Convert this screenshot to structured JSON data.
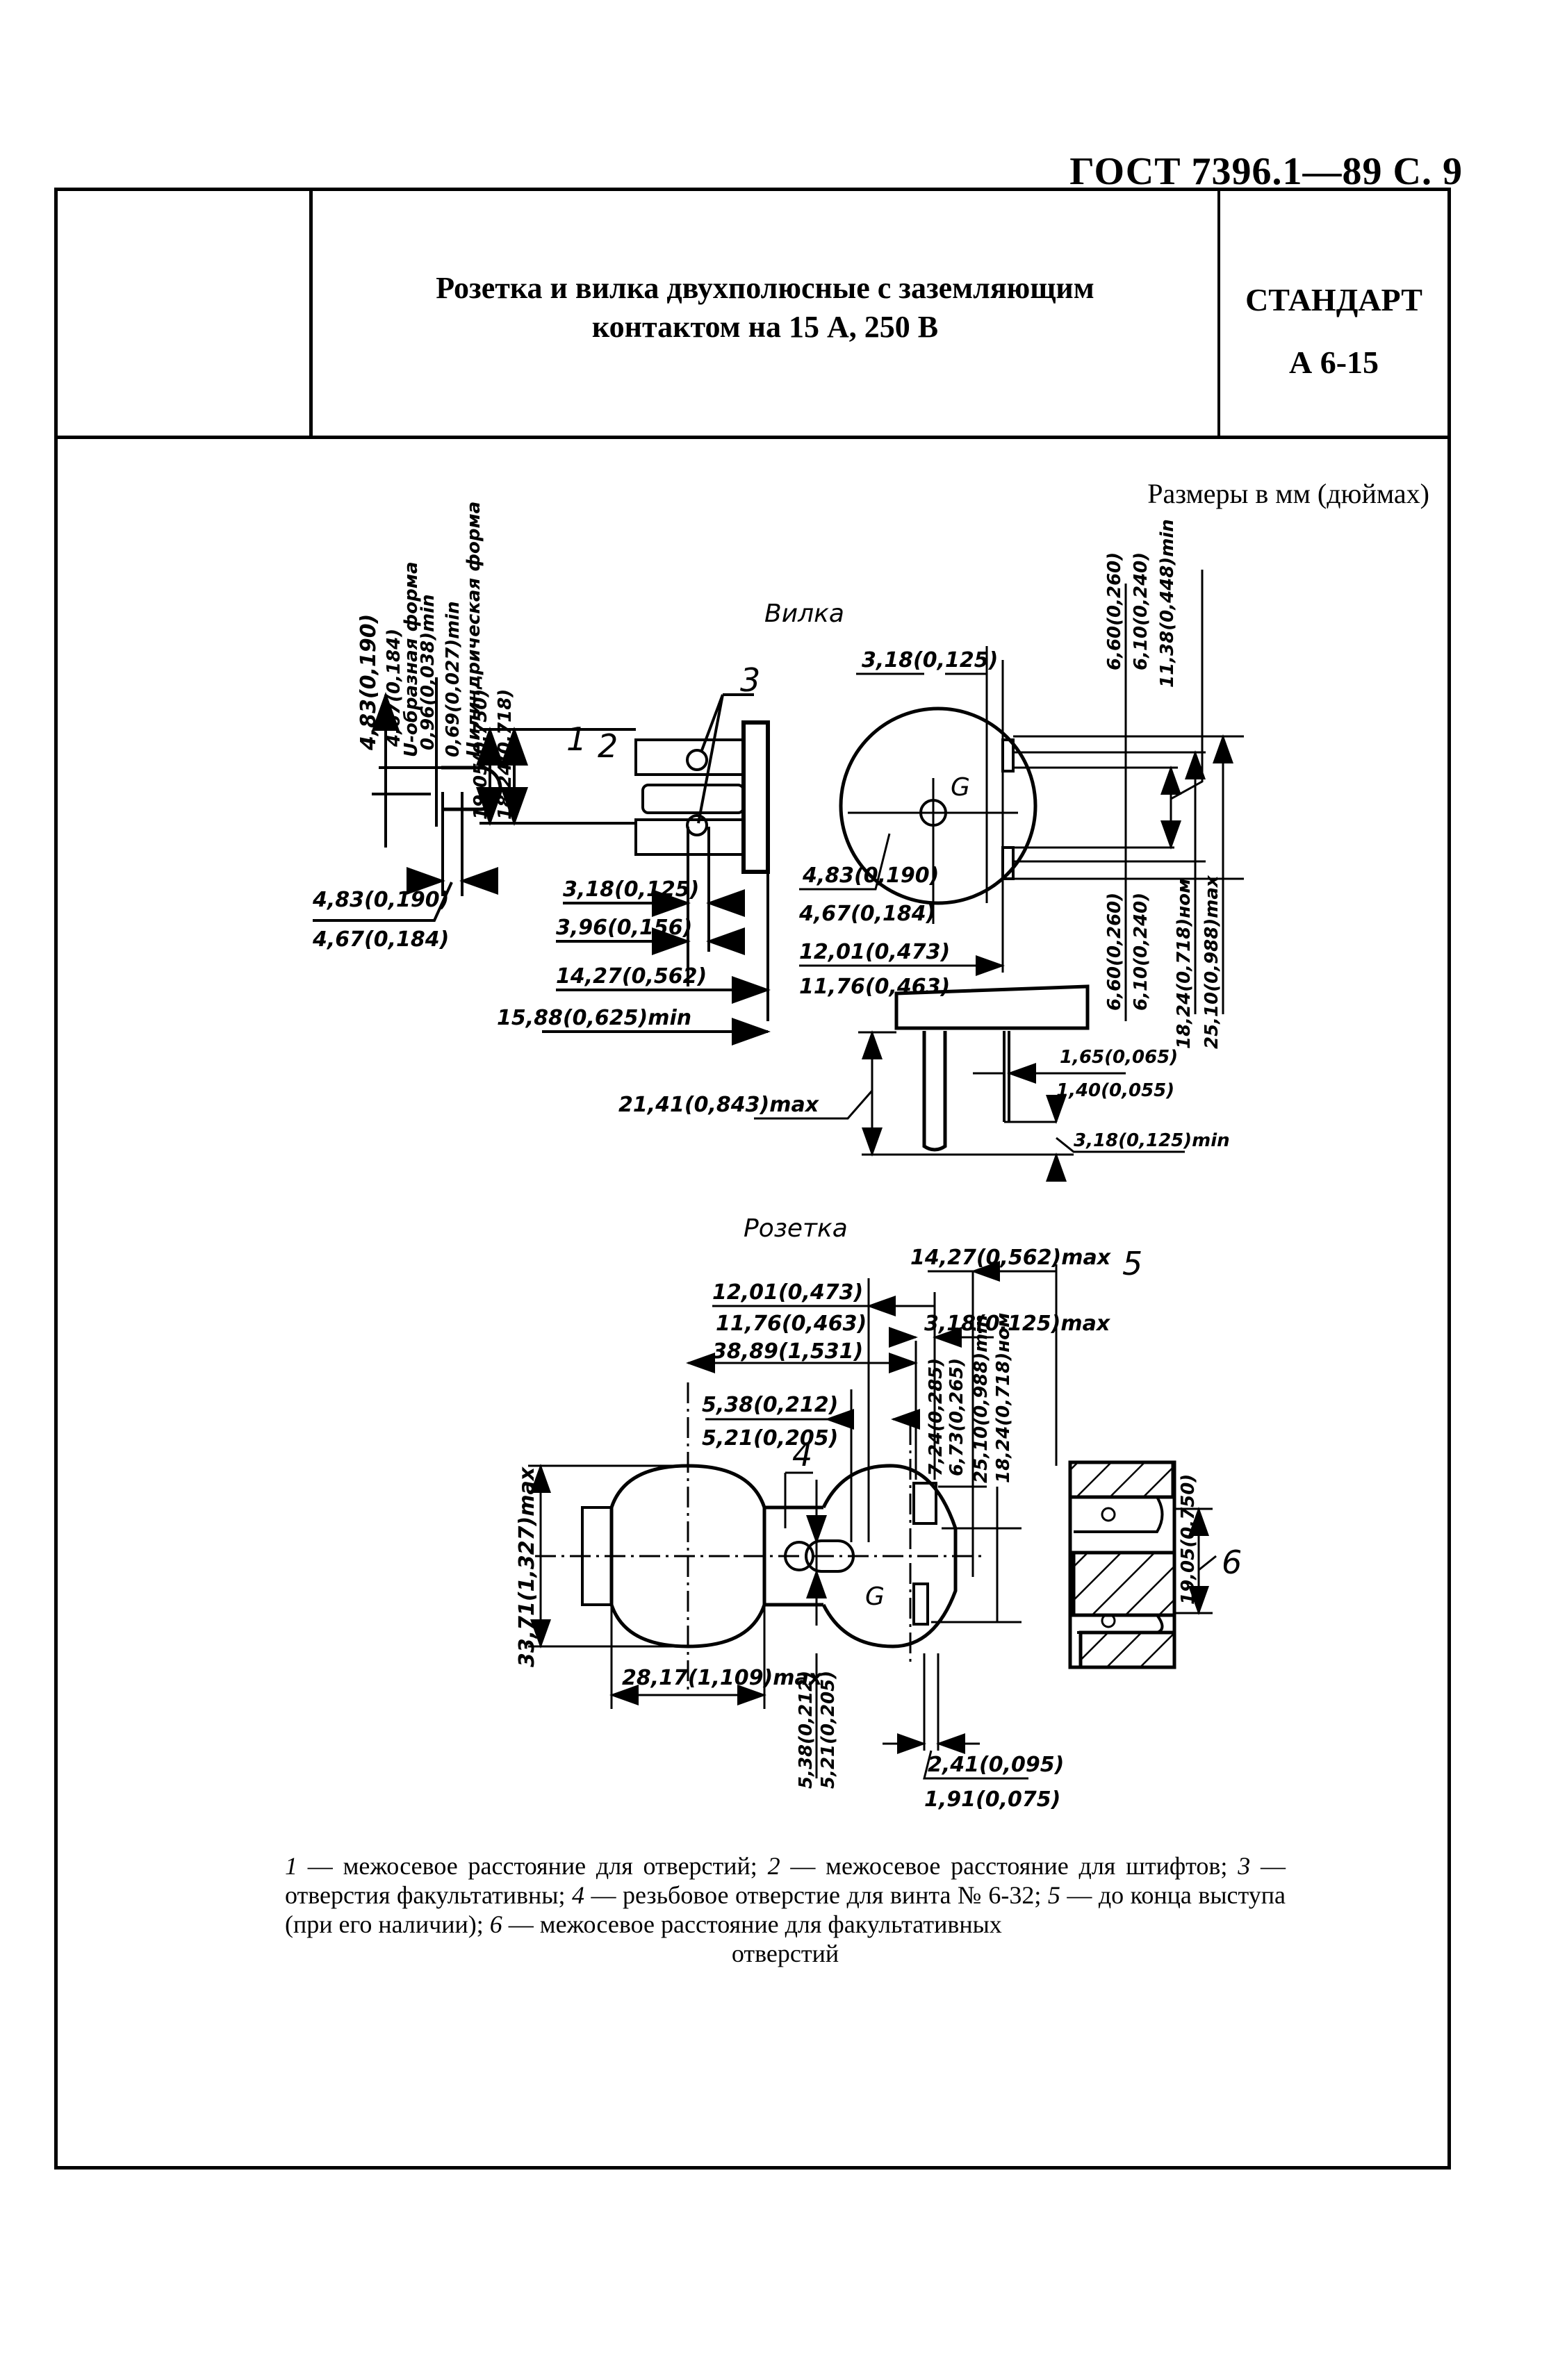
{
  "header": {
    "doc_ref": "ГОСТ 7396.1—89 С. 9",
    "title_line1": "Розетка и вилка двухполюсные с заземляющим",
    "title_line2": "контактом на 15 А, 250 В",
    "standard_label": "СТАНДАРТ",
    "standard_code": "А 6-15"
  },
  "units_note": "Размеры в мм (дюймах)",
  "plug": {
    "title": "Вилка",
    "pin_profile": {
      "dim_4_83": "4,83(0,190)",
      "dim_4_67": "4,67(0,184)",
      "u_shape_label": "U-образная форма",
      "dim_0_96": "0,96(0,038)min",
      "dim_0_69": "0,69(0,027)min",
      "cyl_label": "Цилиндрическая форма",
      "dim_4_83_b": "4,83(0,190)",
      "dim_4_67_b": "4,67(0,184)"
    },
    "side_view": {
      "callout_1": "1",
      "callout_2": "2",
      "callout_3": "3",
      "dim_19_05": "19,05(0,750)",
      "dim_18_24": "18,24(0,718)",
      "dim_3_18": "3,18(0,125)",
      "dim_3_96": "3,96(0,156)",
      "dim_14_27": "14,27(0,562)",
      "dim_15_88": "15,88(0,625)min"
    },
    "face_view": {
      "ground_label": "G",
      "dim_3_18_top": "3,18(0,125)",
      "dim_4_83": "4,83(0,190)",
      "dim_4_67": "4,67(0,184)",
      "dim_12_01": "12,01(0,473)",
      "dim_11_76": "11,76(0,463)",
      "dim_6_60_top": "6,60(0,260)",
      "dim_6_10_top": "6,10(0,240)",
      "dim_11_38": "11,38(0,448)min",
      "dim_6_60_bot": "6,60(0,260)",
      "dim_6_10_bot": "6,10(0,240)",
      "dim_18_24": "18,24(0,718)ном",
      "dim_25_10": "25,10(0,988)max"
    },
    "bottom_view": {
      "dim_21_41": "21,41(0,843)max",
      "dim_1_65": "1,65(0,065)",
      "dim_1_40": "1,40(0,055)",
      "dim_3_18_min": "3,18(0,125)min"
    }
  },
  "socket": {
    "title": "Розетка",
    "callout_4": "4",
    "callout_5": "5",
    "callout_6": "6",
    "ground_label": "G",
    "dim_14_27": "14,27(0,562)max",
    "dim_12_01": "12,01(0,473)",
    "dim_11_76": "11,76(0,463)",
    "dim_3_18_max": "3,18(0,125)max",
    "dim_38_89": "38,89(1,531)",
    "dim_5_38_top": "5,38(0,212)",
    "dim_5_21_top": "5,21(0,205)",
    "dim_7_24": "7,24(0,285)",
    "dim_6_73": "6,73(0,265)",
    "dim_25_10": "25,10(0,988)min",
    "dim_18_24": "18,24(0,718)ном",
    "dim_33_71": "33,71(1,327)max",
    "dim_28_17": "28,17(1,109)max",
    "dim_5_38_bot": "5,38(0,212)",
    "dim_5_21_bot": "5,21(0,205)",
    "dim_2_41": "2,41(0,095)",
    "dim_1_91": "1,91(0,075)",
    "dim_19_05": "19,05(0,750)"
  },
  "legend": {
    "n1": "1",
    "t1": " — межосевое расстояние для отверстий; ",
    "n2": "2",
    "t2": " — межосевое расстояние для штифтов; ",
    "n3": "3",
    "t3": " — отверстия факультативны; ",
    "n4": "4",
    "t4": " — резьбовое отверстие для винта № 6-32; ",
    "n5": "5",
    "t5": " — до конца выступа (при его наличии); ",
    "n6": "6",
    "t6": " — межосевое расстояние для факультативных",
    "t6_end": "отверстий"
  }
}
